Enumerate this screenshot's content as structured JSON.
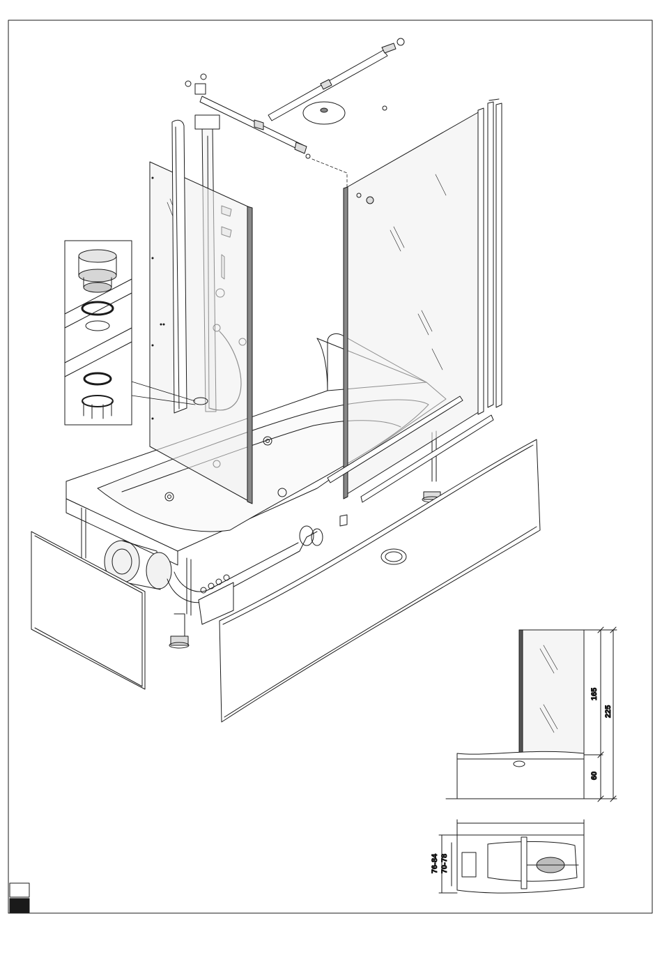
{
  "dimensions": {
    "panel_height": "165",
    "total_height": "225",
    "tub_height": "60",
    "outer_depth": "76-84",
    "inner_depth": "70-78"
  },
  "palette": {
    "line": "#1a1a1a",
    "glass": "#efefef",
    "detail": "#d9d9d9",
    "corner_tab": "#1a1a1a"
  }
}
